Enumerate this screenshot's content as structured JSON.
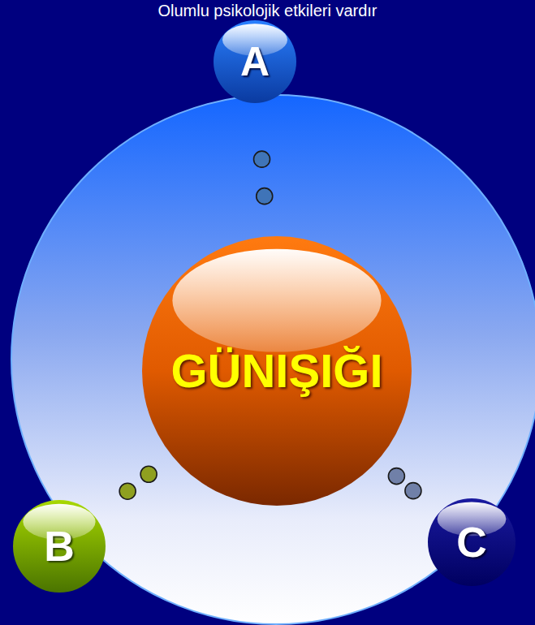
{
  "diagram": {
    "nodes": [
      {
        "text": [
          "A"
        ]
      },
      {
        "text": [
          "GÜNIŞIĞI"
        ]
      },
      {
        "text": [
          "B"
        ]
      },
      {
        "text": [
          "C"
        ]
      }
    ],
    "edges": [
      {
        "from": 1,
        "to": 0,
        "arrow": "none"
      },
      {
        "from": 1,
        "to": 2,
        "arrow": "none"
      },
      {
        "from": 1,
        "to": 3,
        "arrow": "none"
      }
    ],
    "labels": [
      "Olumlu psikolojik etkileri vardır"
    ]
  }
}
